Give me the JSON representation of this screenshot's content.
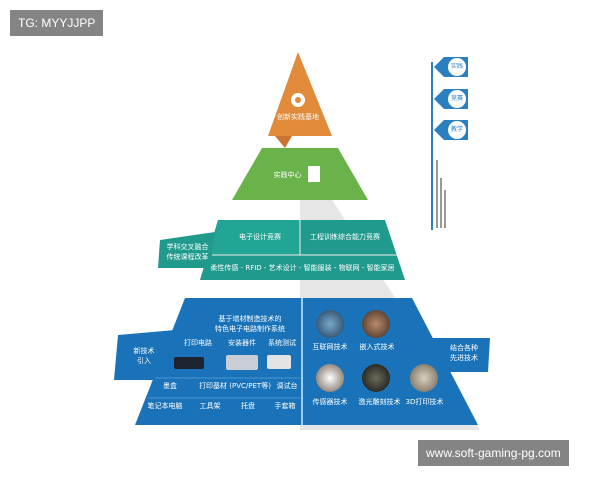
{
  "watermark_top": "TG: MYYJJPP",
  "watermark_bottom": "www.soft-gaming-pg.com",
  "level1": {
    "label": "创新实践基地",
    "icon": "gear-icon"
  },
  "level2": {
    "label": "实践中心",
    "icon": "building-icon"
  },
  "level3": {
    "left_tab": [
      "学科交叉融合",
      "传统课程改革"
    ],
    "top_left": "电子设计竞赛",
    "top_right": "工程训练综合能力竞赛",
    "bottom": "柔性传感 - RFID - 艺术设计 - 智能服装 - 物联网 - 智能家居"
  },
  "level4": {
    "left_tab": [
      "新技术",
      "引入"
    ],
    "right_tab": [
      "结合各种",
      "先进技术"
    ],
    "title": [
      "基于增材制造技术的",
      "特色电子电路制作系统"
    ],
    "steps": [
      "打印电路",
      "安装器件",
      "系统测试"
    ],
    "row1": [
      "墨盒",
      "打印基材 (PVC/PET等)",
      "调试台"
    ],
    "row2": [
      "笔记本电脑",
      "工具架",
      "托盘",
      "手套箱"
    ],
    "techs_top": [
      "互联网技术",
      "嵌入式技术"
    ],
    "techs_bottom": [
      "传感器技术",
      "激光雕刻技术",
      "3D打印技术"
    ]
  },
  "side_labels": [
    "实践",
    "竞赛",
    "教学"
  ],
  "colors": {
    "orange": "#e08a3a",
    "green": "#6ab34a",
    "teal": "#1f9a8c",
    "blue": "#1a73b8",
    "side": "#2a7fc0"
  }
}
